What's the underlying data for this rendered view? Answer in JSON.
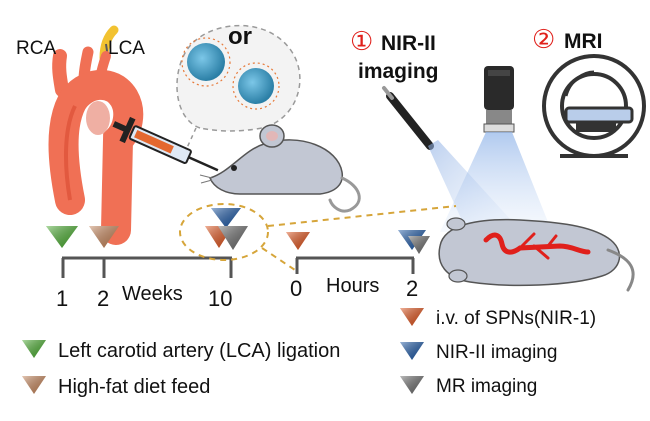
{
  "labels": {
    "rca": "RCA",
    "lca": "LCA",
    "or": "or",
    "step1_number": "①",
    "step1_title_line1": "NIR-II",
    "step1_title_line2": "imaging",
    "step2_number": "②",
    "step2_title": "MRI"
  },
  "timeline_weeks": {
    "ticks": [
      "1",
      "2",
      "10"
    ],
    "unit": "Weeks"
  },
  "timeline_hours": {
    "ticks": [
      "0",
      "2"
    ],
    "unit": "Hours"
  },
  "legend_left": [
    {
      "label": "Left carotid artery (LCA) ligation",
      "color": "#4caf32"
    },
    {
      "label": "High-fat diet feed",
      "color": "#c8875c"
    }
  ],
  "legend_right": [
    {
      "label": "i.v. of SPNs(NIR-1)",
      "color": "#e2541c"
    },
    {
      "label": "NIR-II imaging",
      "color": "#1e5aa8"
    },
    {
      "label": "MR imaging",
      "color": "#6e6e6e"
    }
  ],
  "colors": {
    "artery": "#f07055",
    "artery_dark": "#d94a30",
    "lca_branch": "#f2c230",
    "step_red": "#e0201b",
    "nanoparticle": "#4aa3c8",
    "mouse": "#c2c7d3",
    "timeline": "#555555",
    "dashed_zoom": "#d6a53a"
  }
}
